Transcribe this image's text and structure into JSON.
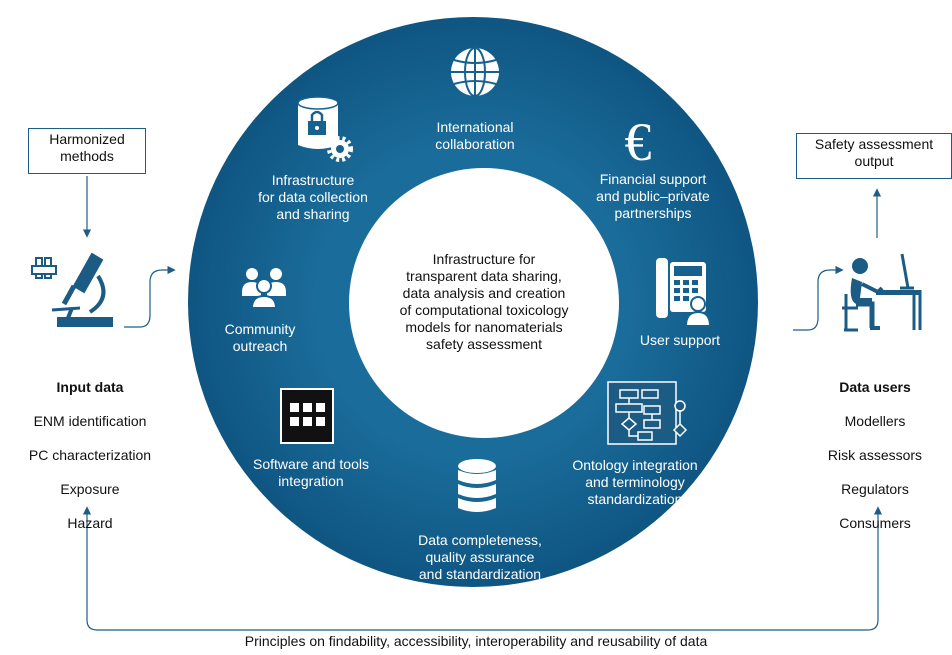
{
  "colors": {
    "ring": "#17618f",
    "ring_dark": "#0e4a70",
    "arrow": "#1f5d86",
    "icon_dark": "#1b5b84"
  },
  "left_box": "Harmonized\nmethods",
  "right_box": "Safety assessment\noutput",
  "input_data": {
    "title": "Input data",
    "items": [
      "ENM identification",
      "PC characterization",
      "Exposure",
      "Hazard"
    ]
  },
  "data_users": {
    "title": "Data users",
    "items": [
      "Modellers",
      "Risk assessors",
      "Regulators",
      "Consumers"
    ]
  },
  "center": "Infrastructure for\ntransparent data sharing,\ndata analysis and creation\nof computational toxicology\nmodels for nanomaterials\nsafety assessment",
  "segments": {
    "international": "International\ncollaboration",
    "infrastructure": "Infrastructure\nfor data collection\nand sharing",
    "financial": "Financial support\nand public–private\npartnerships",
    "community": "Community\noutreach",
    "user_support": "User support",
    "software": "Software and tools\nintegration",
    "ontology": "Ontology integration\nand terminology\nstandardization",
    "completeness": "Data completeness,\nquality assurance\nand standardization"
  },
  "bottom_caption": "Principles on findability, accessibility, interoperability and reusability of data",
  "icons": {
    "globe": "globe-icon",
    "lock": "database-lock-gear-icon",
    "euro": "euro-icon",
    "people": "people-group-icon",
    "phone": "telephone-user-icon",
    "window": "software-window-icon",
    "flowchart": "flowchart-icon",
    "database": "database-icon",
    "microscope": "microscope-test-tubes-icon",
    "user_at_desk": "person-at-computer-icon"
  }
}
